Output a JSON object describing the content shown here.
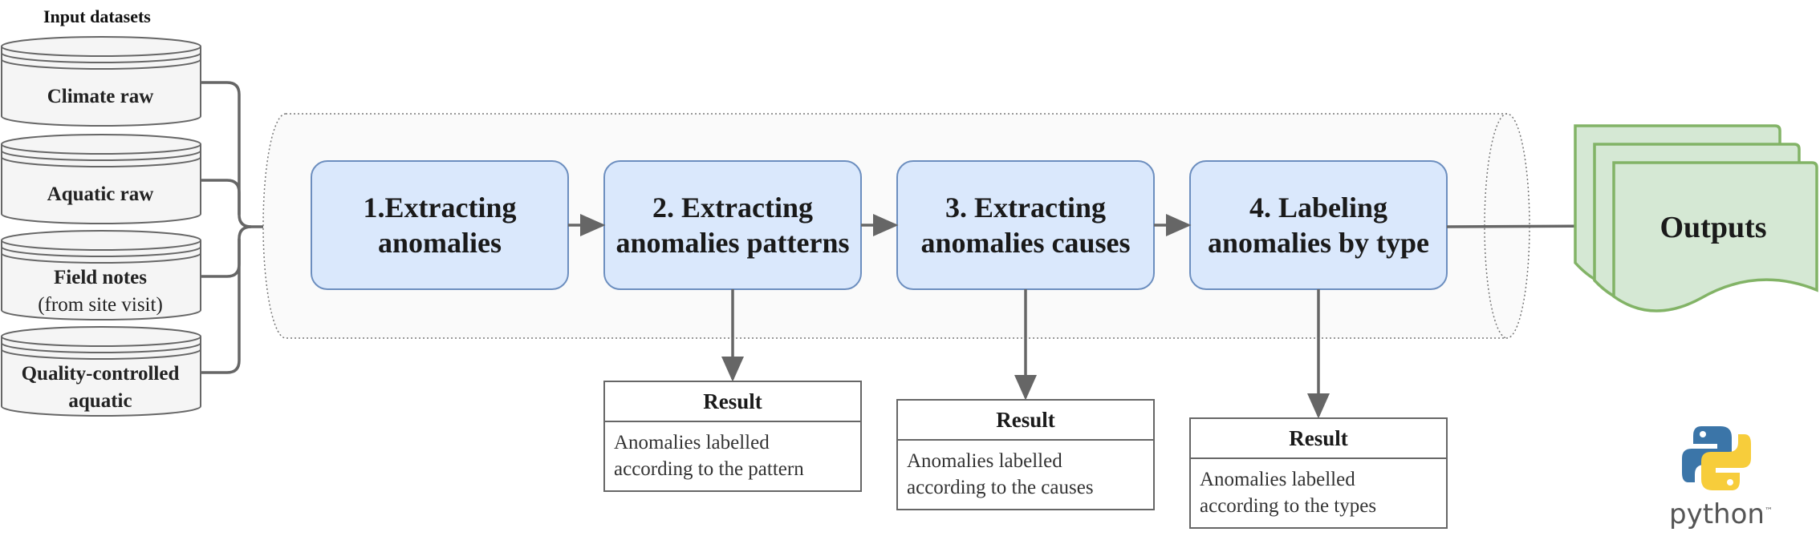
{
  "inputs": {
    "title": "Input datasets",
    "items": [
      {
        "label": "Climate raw",
        "sub": ""
      },
      {
        "label": "Aquatic raw",
        "sub": ""
      },
      {
        "label": "Field notes",
        "sub": "(from site visit)"
      },
      {
        "label": "Quality-controlled",
        "sub": "aquatic"
      }
    ]
  },
  "steps": [
    {
      "line1": "1.Extracting",
      "line2": "anomalies"
    },
    {
      "line1": "2. Extracting",
      "line2": "anomalies patterns"
    },
    {
      "line1": "3. Extracting",
      "line2": "anomalies causes"
    },
    {
      "line1": "4. Labeling",
      "line2": "anomalies by type"
    }
  ],
  "results": [
    {
      "title": "Result",
      "line1": "Anomalies labelled",
      "line2": "according to the pattern"
    },
    {
      "title": "Result",
      "line1": "Anomalies labelled",
      "line2": "according to the causes"
    },
    {
      "title": "Result",
      "line1": "Anomalies labelled",
      "line2": "according to the types"
    }
  ],
  "outputs": {
    "label": "Outputs"
  },
  "logo": {
    "text": "python",
    "tm": "™"
  },
  "colors": {
    "step_fill": "#dae8fc",
    "step_stroke": "#6c8ebf",
    "output_fill": "#d5e8d4",
    "output_stroke": "#82b366",
    "db_fill": "#f5f5f5",
    "db_stroke": "#666666",
    "python_blue": "#3b75a8",
    "python_yellow": "#f7cd3b"
  }
}
